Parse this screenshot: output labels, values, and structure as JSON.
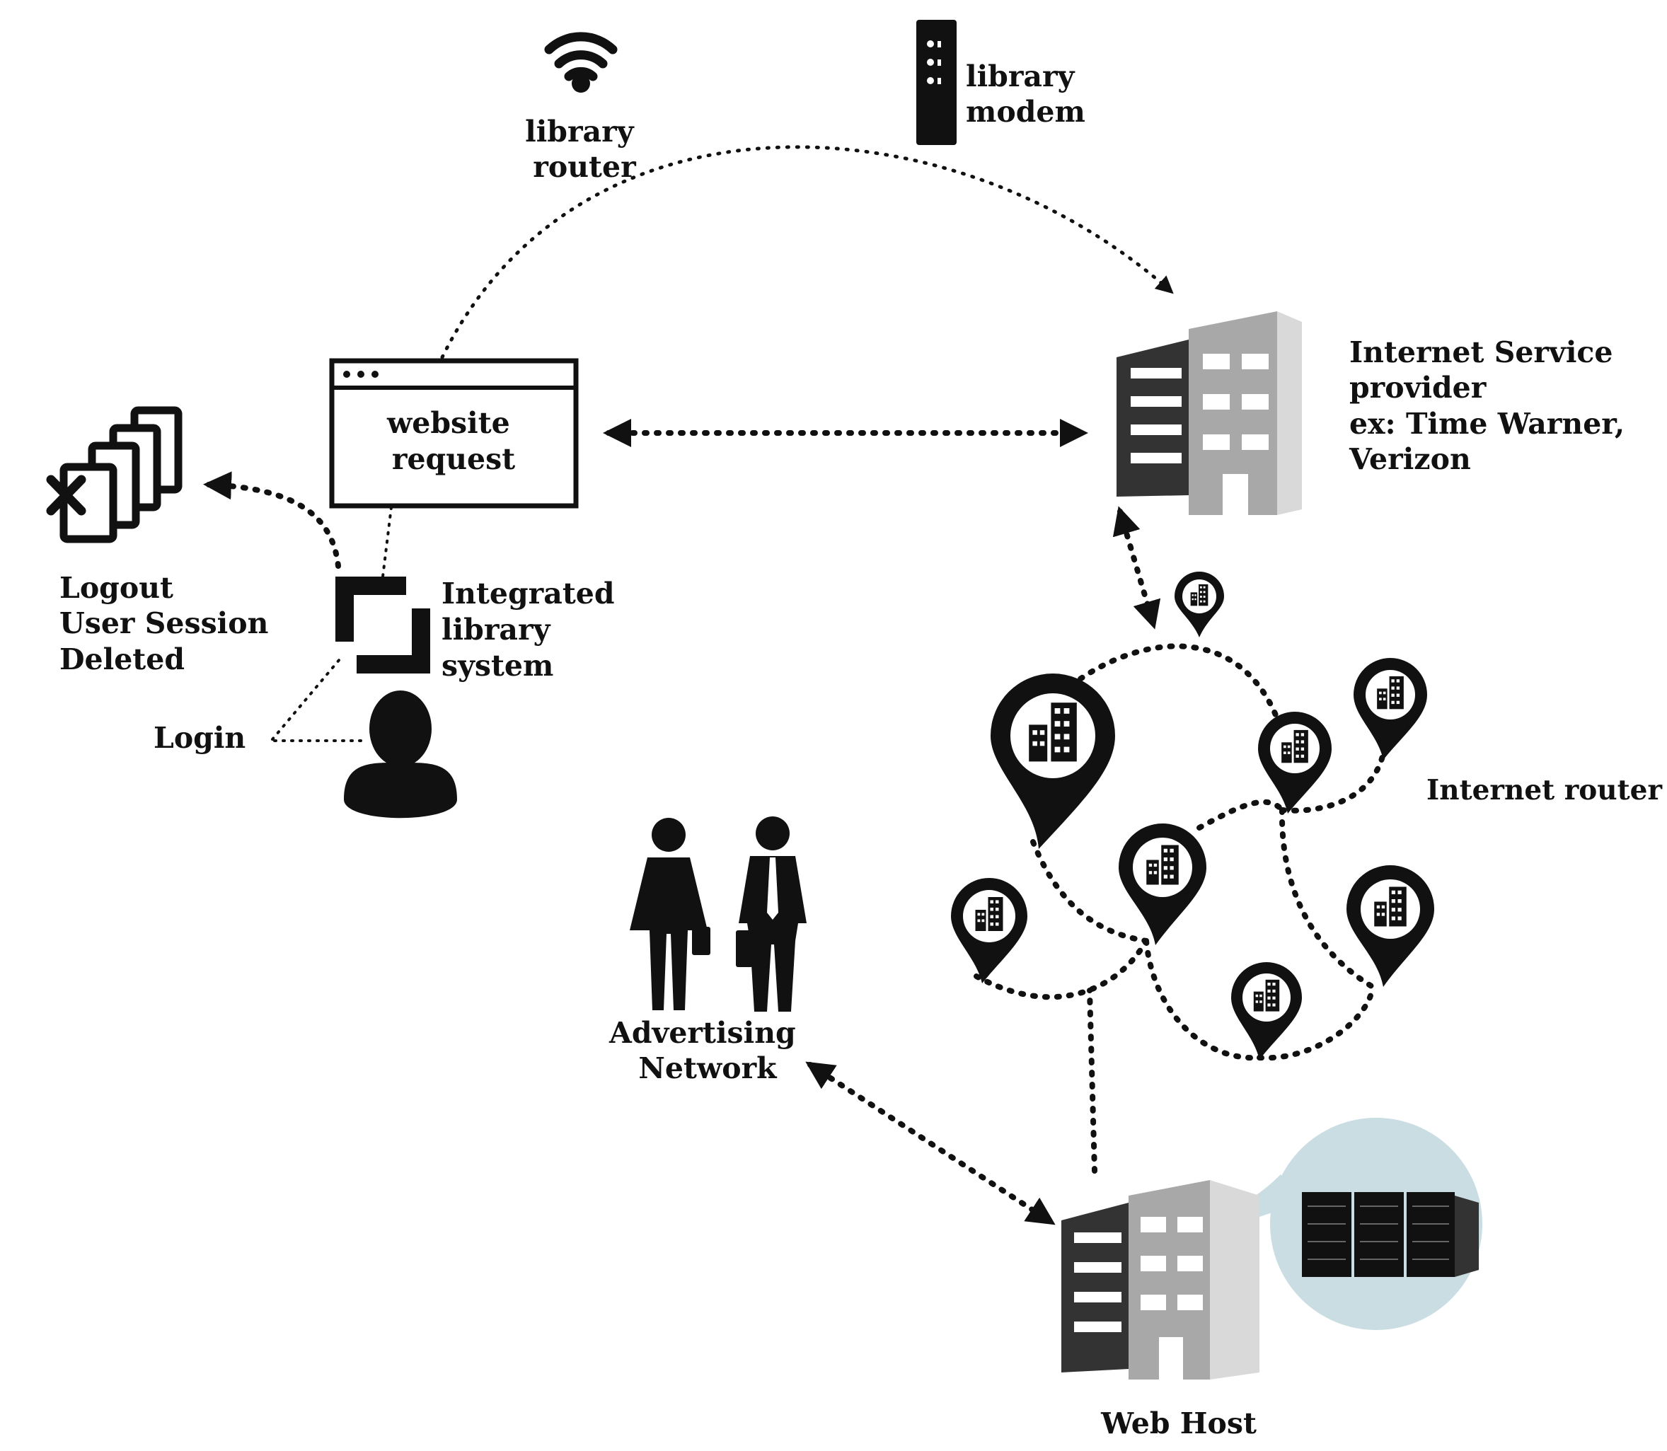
{
  "nodes": {
    "library_router": {
      "lines": [
        "library",
        "router"
      ]
    },
    "library_modem": {
      "lines": [
        "library",
        "modem"
      ]
    },
    "website_request": {
      "lines": [
        "website",
        "request"
      ]
    },
    "isp": {
      "lines": [
        "Internet Service",
        "provider",
        "ex: Time Warner,",
        "Verizon"
      ]
    },
    "logout": {
      "lines": [
        "Logout",
        "User Session",
        "Deleted"
      ]
    },
    "ils": {
      "lines": [
        "Integrated",
        "library",
        "system"
      ]
    },
    "login": {
      "label": "Login"
    },
    "internet_router": {
      "label": "Internet router"
    },
    "advertising": {
      "lines": [
        "Advertising",
        "Network"
      ]
    },
    "web_host": {
      "label": "Web Host"
    }
  },
  "colors": {
    "ink": "#111111",
    "building_dark": "#333333",
    "building_light": "#a8a8a8",
    "building_side": "#d9d9d9",
    "server_bubble": "#c9dde3"
  },
  "icons": [
    "wifi-icon",
    "modem-icon",
    "browser-window-icon",
    "building-icon",
    "logout-stack-icon",
    "ils-icon",
    "user-icon",
    "business-people-icon",
    "map-pin-building-icon",
    "server-rack-icon"
  ]
}
